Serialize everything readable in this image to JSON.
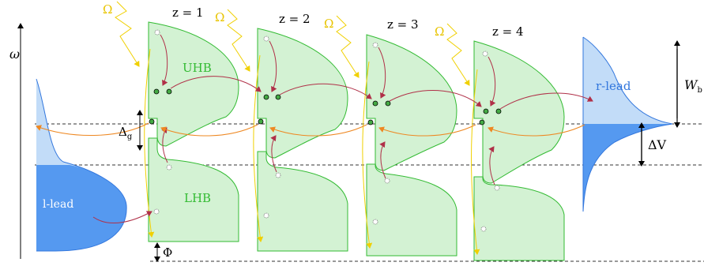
{
  "axis": {
    "label": "ω"
  },
  "sites": [
    {
      "label": "z = 1"
    },
    {
      "label": "z = 2"
    },
    {
      "label": "z = 3"
    },
    {
      "label": "z = 4"
    }
  ],
  "omega_label": "Ω",
  "bands": {
    "upper": "UHB",
    "lower": "LHB"
  },
  "leads": {
    "left": "l-lead",
    "right": "r-lead"
  },
  "annotations": {
    "gap": "Δ",
    "gap_sub": "g",
    "bandwidth": "W",
    "bandwidth_sub": "b",
    "bias": "ΔV",
    "potential": "Φ"
  },
  "colors": {
    "band_fill": "#d3f2d3",
    "band_stroke": "#33bb33",
    "lead_light": "#c2dcf8",
    "lead_dark": "#5599f0",
    "lead_stroke": "#3377dd",
    "hop_arrow": "#b03048",
    "field_arrow": "#f0d000",
    "tunnel_arrow": "#ee8822",
    "dot_fill": "#44aa44"
  }
}
